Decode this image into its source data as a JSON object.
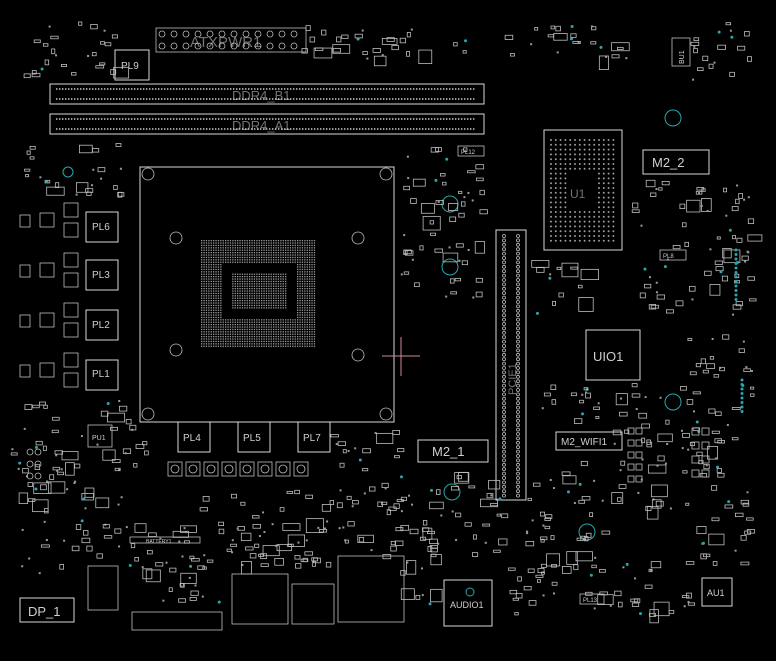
{
  "labels": {
    "pl9": "PL9",
    "atxpwr": "ATXPWR1",
    "ddr4_b1": "DDR4_B1",
    "ddr4_a1": "DDR4_A1",
    "m2_2": "M2_2",
    "pl6": "PL6",
    "pl3": "PL3",
    "pl2": "PL2",
    "pl1": "PL1",
    "uio1": "UIO1",
    "pl4": "PL4",
    "pl5": "PL5",
    "pl7": "PL7",
    "m2_1": "M2_1",
    "m2_wifi1": "M2_WIFI1",
    "pu1": "PU1",
    "bu1": "BU1",
    "battery": "BATTERY1",
    "dp_1": "DP_1",
    "audio1": "AUDIO1",
    "au1": "AU1",
    "pcie": "PCIE1",
    "u1": "U1",
    "pl8": "PL8",
    "pl12": "PL12",
    "pl13": "PL13"
  },
  "colors": {
    "background": "#000000",
    "outline": "#bdbdbd",
    "pad": "#9a9a9a",
    "accent": "#2aa6b0",
    "marker": "#d28a96"
  }
}
